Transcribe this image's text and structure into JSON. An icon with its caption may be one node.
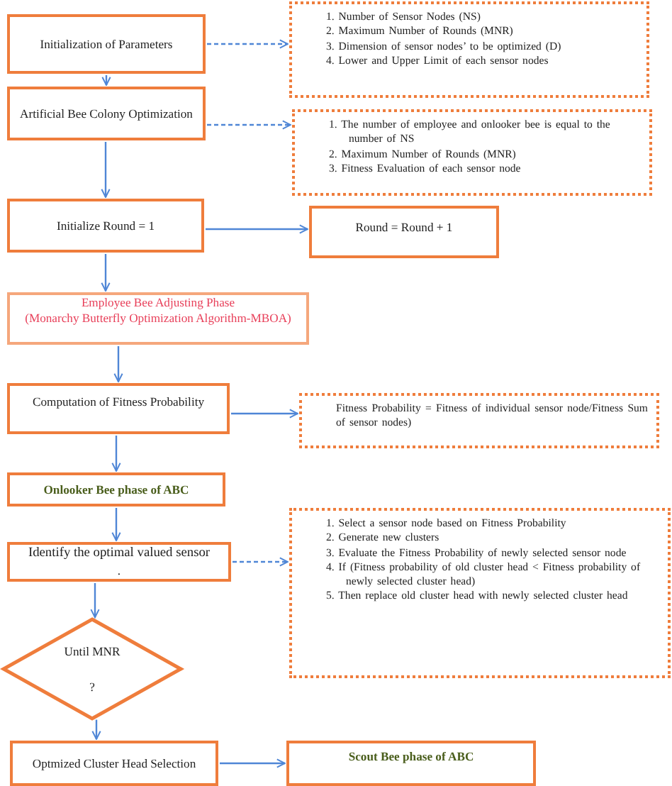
{
  "diagram": {
    "nodes": [
      {
        "text": [
          "Initialization of Parameters"
        ]
      },
      {
        "text": [
          "1. Number of Sensor Nodes (NS)",
          "2. Maximum Number of Rounds (MNR)",
          "3. Dimension of sensor nodes’ to be optimized (D)",
          "4. Lower and Upper Limit of each sensor nodes"
        ]
      },
      {
        "text": [
          "Artificial Bee Colony Optimization"
        ]
      },
      {
        "text": [
          "1. The number of employee and onlooker bee is equal to the number of NS",
          "2. Maximum Number of Rounds (MNR)",
          "3. Fitness Evaluation of each sensor node"
        ]
      },
      {
        "text": [
          "Initialize Round = 1"
        ]
      },
      {
        "text": [
          "Round = Round + 1"
        ]
      },
      {
        "text": [
          "Employee Bee Adjusting Phase",
          "(Monarchy Butterfly Optimization Algorithm-MBOA)"
        ]
      },
      {
        "text": [
          "Computation of Fitness Probability"
        ]
      },
      {
        "text": [
          "Fitness Probability = Fitness of individual sensor node/Fitness Sum of sensor nodes)"
        ]
      },
      {
        "text": [
          "Onlooker Bee phase of ABC"
        ]
      },
      {
        "text": [
          "Identify the optimal valued sensor",
          "."
        ]
      },
      {
        "text": [
          "1. Select a sensor node based on Fitness Probability",
          "2. Generate new clusters",
          "3. Evaluate the Fitness Probability of newly selected sensor node",
          "4. If (Fitness probability of old cluster head < Fitness probability of newly selected cluster head)",
          "5. Then replace old cluster head with newly selected cluster head"
        ]
      },
      {
        "text": [
          "Until MNR",
          "?"
        ]
      },
      {
        "text": [
          "Optmized Cluster Head Selection"
        ]
      },
      {
        "text": [
          "Scout Bee phase of ABC"
        ]
      }
    ],
    "edges": [
      {
        "from": 0,
        "to": 1,
        "arrow": "to",
        "style": "dashed"
      },
      {
        "from": 0,
        "to": 2,
        "arrow": "to"
      },
      {
        "from": 2,
        "to": 3,
        "arrow": "to",
        "style": "dashed"
      },
      {
        "from": 2,
        "to": 4,
        "arrow": "to"
      },
      {
        "from": 4,
        "to": 5,
        "arrow": "to"
      },
      {
        "from": 4,
        "to": 6,
        "arrow": "to"
      },
      {
        "from": 6,
        "to": 7,
        "arrow": "to"
      },
      {
        "from": 7,
        "to": 8,
        "arrow": "to"
      },
      {
        "from": 7,
        "to": 9,
        "arrow": "to"
      },
      {
        "from": 9,
        "to": 10,
        "arrow": "to"
      },
      {
        "from": 10,
        "to": 11,
        "arrow": "to",
        "style": "dashed"
      },
      {
        "from": 10,
        "to": 12,
        "arrow": "to"
      },
      {
        "from": 12,
        "to": 13,
        "arrow": "to"
      },
      {
        "from": 13,
        "to": 14,
        "arrow": "to"
      }
    ]
  }
}
